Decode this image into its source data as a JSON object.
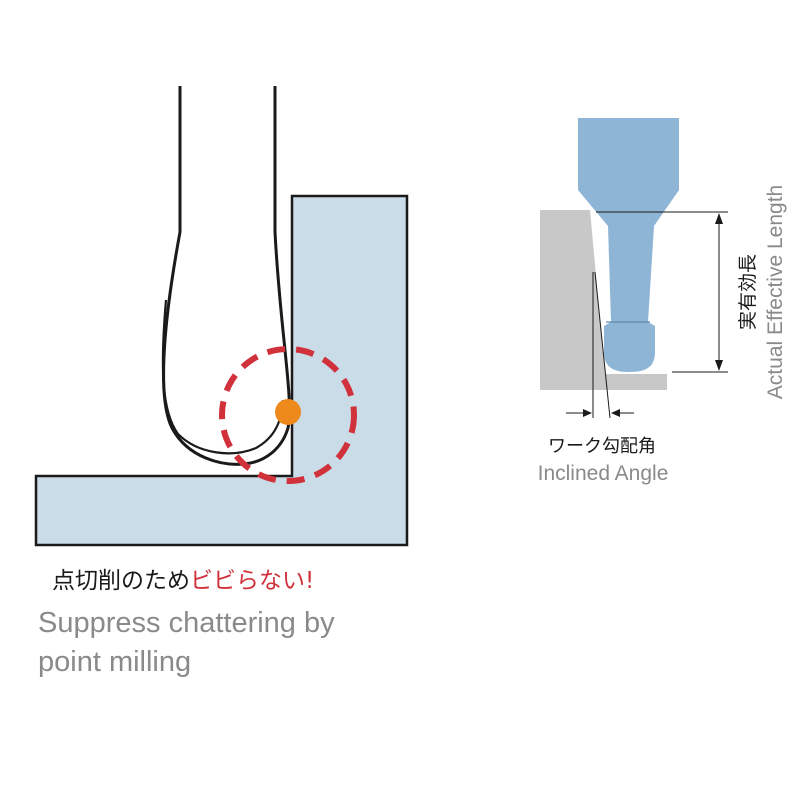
{
  "left_diagram": {
    "caption_jp_prefix": "点切削のため",
    "caption_jp_emphasis": "ビビらない!",
    "caption_en_line1": "Suppress chattering by",
    "caption_en_line2": "point milling"
  },
  "right_diagram": {
    "dimension_label_jp": "実有効長",
    "dimension_label_en": "Actual Effective Length",
    "angle_label_jp": "ワーク勾配角",
    "angle_label_en": "Inclined Angle"
  },
  "colors": {
    "workpiece_fill": "#c9dce8",
    "tool_fill": "#8eb4d6",
    "wall_fill": "#c8c8c8",
    "emphasis_red": "#d0313a",
    "contact_orange": "#ee8a1c",
    "caption_gray": "#8a8a8a"
  }
}
